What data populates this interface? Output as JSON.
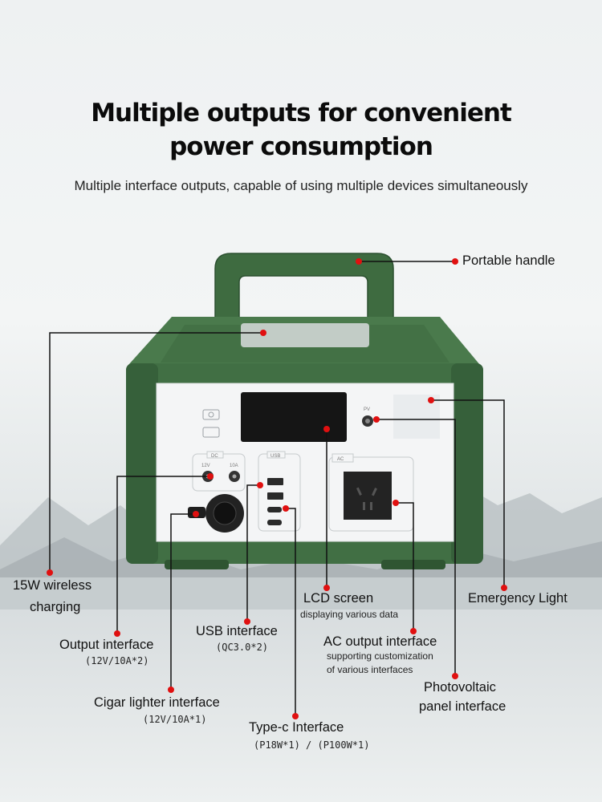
{
  "title_line1": "Multiple outputs for convenient",
  "title_line2": "power consumption",
  "subtitle": "Multiple interface outputs, capable of using multiple devices simultaneously",
  "callouts": {
    "handle": {
      "label": "Portable handle"
    },
    "wireless": {
      "label_line1": "15W wireless",
      "label_line2": "charging"
    },
    "lcd": {
      "label": "LCD screen",
      "note": "displaying various data"
    },
    "emergency": {
      "label": "Emergency Light"
    },
    "usb": {
      "label": "USB interface",
      "note": "(QC3.0*2)"
    },
    "output": {
      "label": "Output interface",
      "note": "(12V/10A*2)"
    },
    "ac": {
      "label": "AC output interface",
      "note_line1": "supporting customization",
      "note_line2": "of various interfaces"
    },
    "pv": {
      "label_line1": "Photovoltaic",
      "label_line2": "panel interface"
    },
    "cigar": {
      "label": "Cigar lighter interface",
      "note": "(12V/10A*1)"
    },
    "typec": {
      "label": "Type-c Interface",
      "note": "(P18W*1) / (P100W*1)"
    }
  },
  "panel": {
    "dc_tag": "DC",
    "dc_volts": "12V",
    "dc_amps": "10A",
    "usb_tag": "USB",
    "ac_tag": "AC",
    "pv_tag": "PV"
  },
  "colors": {
    "body_green": "#3f6f42",
    "dot_red": "#e01010",
    "panel_white": "#f4f5f6"
  }
}
